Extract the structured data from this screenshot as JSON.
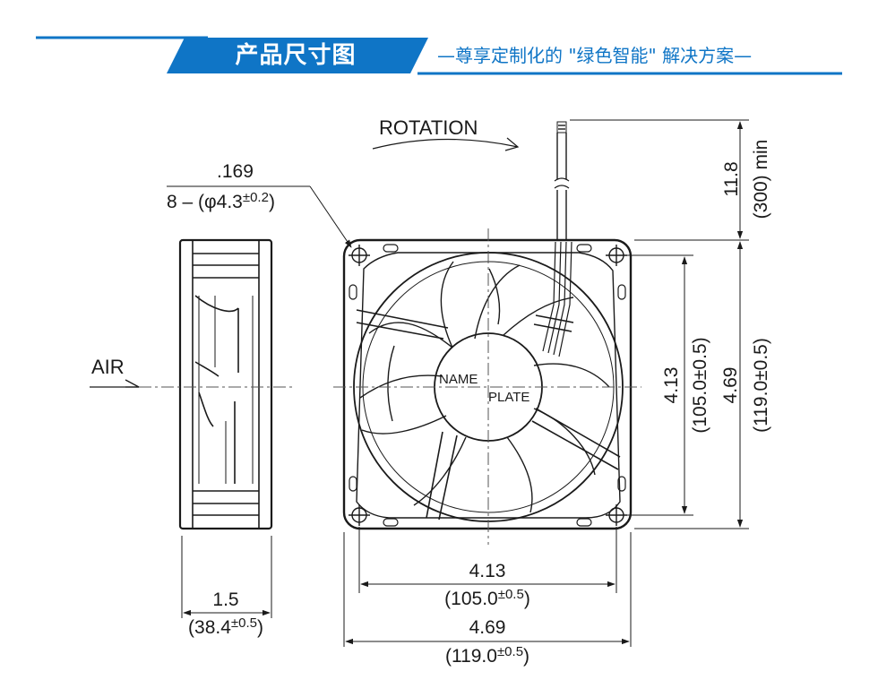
{
  "header": {
    "title": "产品尺寸图",
    "slogan": "—尊享定制化的 \"绿色智能\" 解决方案—",
    "accent_color": "#0f75c6"
  },
  "drawing": {
    "rotation_label": "ROTATION",
    "air_label": "AIR",
    "hole_label_top": ".169",
    "hole_label_bottom_prefix": "8 – (φ4.3",
    "hole_label_tolerance": "±0.2",
    "hole_label_bottom_suffix": ")",
    "nameplate_line1": "NAME",
    "nameplate_line2": "PLATE",
    "lead_length_in": "11.8",
    "lead_length_mm": "(300) min",
    "side_depth_in": "1.5",
    "side_depth_mm_prefix": "(38.4",
    "side_depth_tolerance": "±0.5",
    "side_depth_mm_suffix": ")",
    "hole_pitch_h_in": "4.13",
    "hole_pitch_h_mm_prefix": "(105.0",
    "hole_pitch_h_tolerance": "±0.5",
    "hole_pitch_h_mm_suffix": ")",
    "overall_h_in": "4.69",
    "overall_h_mm_prefix": "(119.0",
    "overall_h_tolerance": "±0.5",
    "overall_h_mm_suffix": ")",
    "hole_pitch_v_in": "4.13",
    "hole_pitch_v_mm": "(105.0±0.5)",
    "overall_v_in": "4.69",
    "overall_v_mm": "(119.0±0.5)"
  }
}
